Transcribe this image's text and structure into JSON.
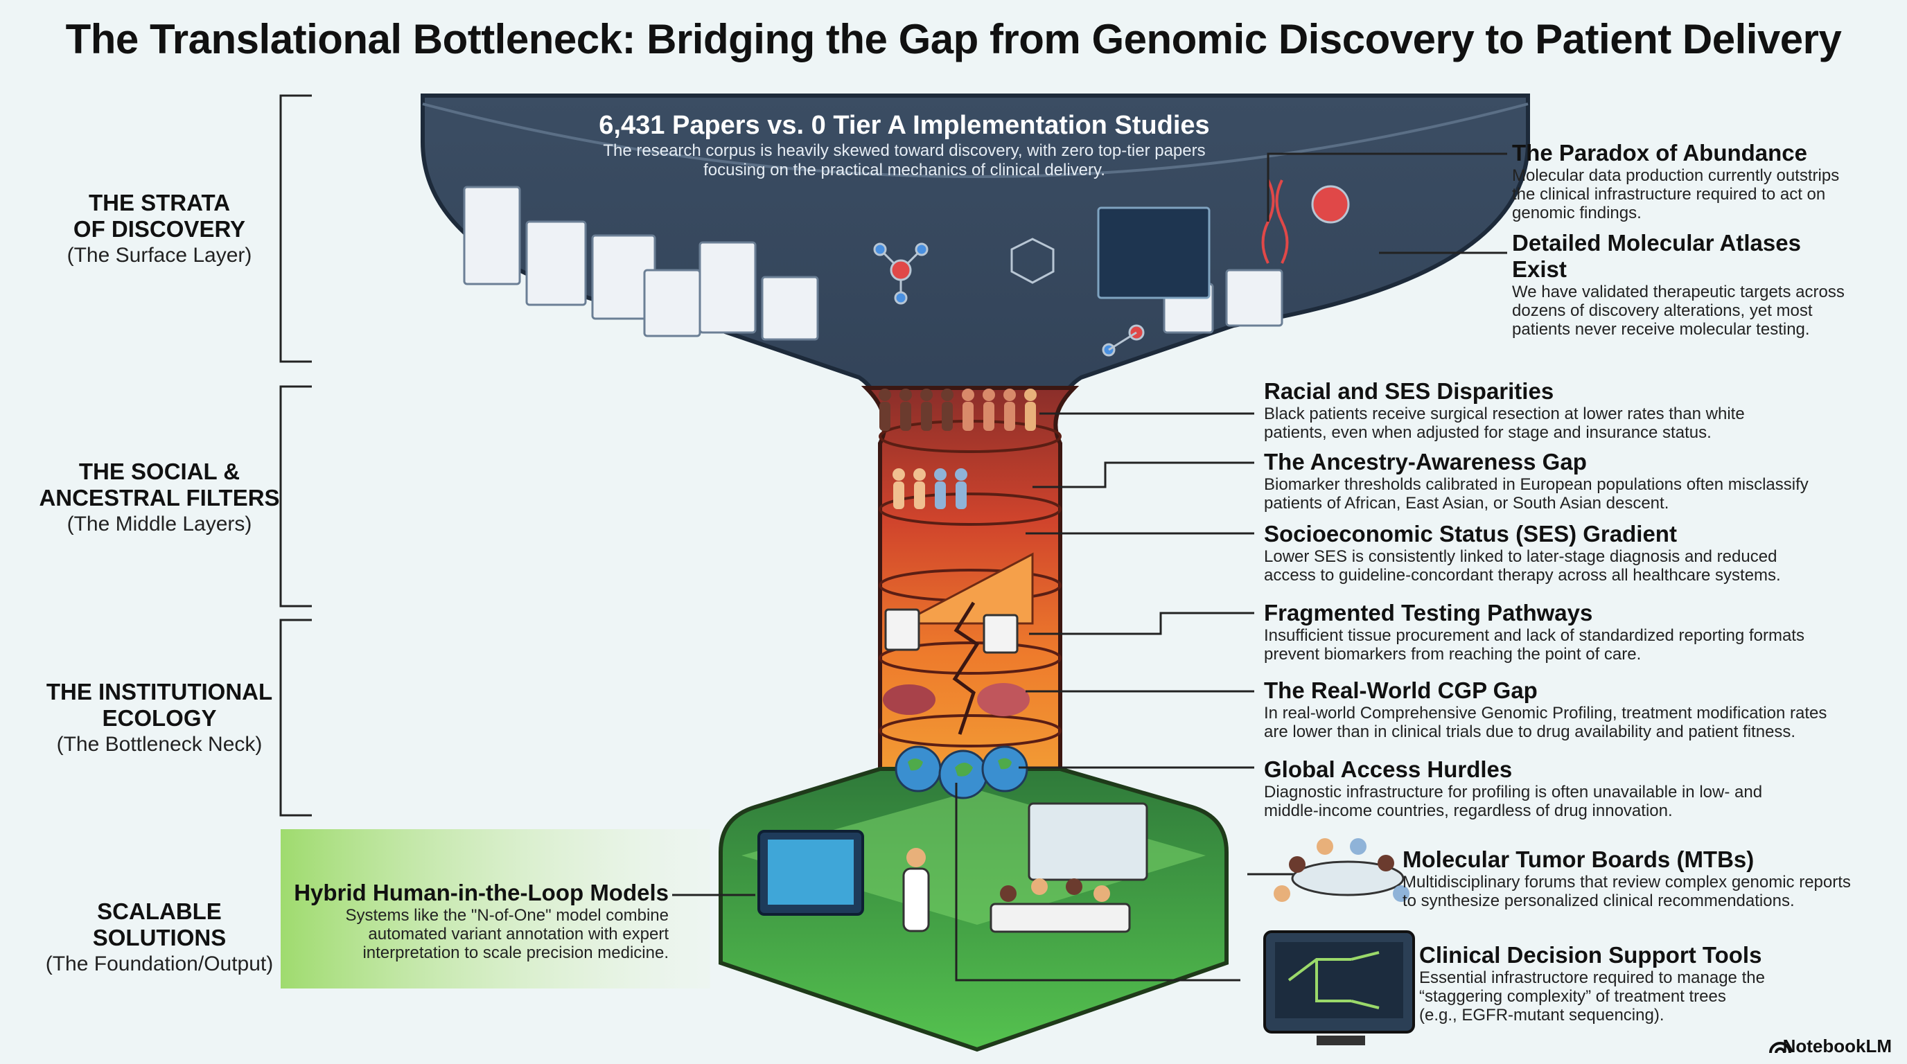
{
  "title": "The Translational Bottleneck: Bridging the Gap from Genomic Discovery to Patient Delivery",
  "strata": [
    {
      "heading_line1": "THE STRATA",
      "heading_line2": "OF DISCOVERY",
      "sub": "(The Surface Layer)"
    },
    {
      "heading_line1": "THE SOCIAL &",
      "heading_line2": "ANCESTRAL FILTERS",
      "sub": "(The Middle Layers)"
    },
    {
      "heading_line1": "THE INSTITUTIONAL",
      "heading_line2": "ECOLOGY",
      "sub": "(The Bottleneck Neck)"
    },
    {
      "heading_line1": "SCALABLE SOLUTIONS",
      "heading_line2": "",
      "sub": "(The Foundation/Output)"
    }
  ],
  "top_callout": {
    "heading": "6,431 Papers vs. 0 Tier A Implementation Studies",
    "line1": "The research corpus is heavily skewed toward discovery, with zero top-tier papers",
    "line2": "focusing on the practical mechanics of clinical delivery."
  },
  "annotations": [
    {
      "heading": "The Paradox of Abundance",
      "lines": [
        "Molecular data production currently outstrips",
        "the clinical infrastructure required to act on",
        "genomic findings."
      ]
    },
    {
      "heading": "Detailed Molecular Atlases Exist",
      "lines": [
        "We have validated therapeutic targets across",
        "dozens of discovery alterations, yet most",
        "patients never receive molecular testing."
      ]
    },
    {
      "heading": "Racial and SES Disparities",
      "lines": [
        "Black patients receive surgical resection at lower rates than white",
        "patients, even when adjusted for stage and insurance status."
      ]
    },
    {
      "heading": "The Ancestry-Awareness Gap",
      "lines": [
        "Biomarker thresholds calibrated in European populations often misclassify",
        "patients of African, East Asian, or South Asian descent."
      ]
    },
    {
      "heading": "Socioeconomic Status (SES) Gradient",
      "lines": [
        "Lower SES is consistently linked to later-stage diagnosis and reduced",
        "access to guideline-concordant therapy across all healthcare systems."
      ]
    },
    {
      "heading": "Fragmented Testing Pathways",
      "lines": [
        "Insufficient tissue procurement and lack of standardized reporting formats",
        "prevent biomarkers from reaching the point of care."
      ]
    },
    {
      "heading": "The Real-World CGP Gap",
      "lines": [
        "In real-world Comprehensive Genomic Profiling, treatment modification rates",
        "are lower than in clinical trials due to drug availability and patient fitness."
      ]
    },
    {
      "heading": "Global Access Hurdles",
      "lines": [
        "Diagnostic infrastructure for profiling is often unavailable in low- and",
        "middle-income countries, regardless of drug innovation."
      ]
    },
    {
      "heading": "Molecular Tumor Boards (MTBs)",
      "lines": [
        "Multidisciplinary forums that review complex genomic reports",
        "to synthesize personalized clinical recommendations."
      ]
    },
    {
      "heading": "Clinical Decision Support Tools",
      "lines": [
        "Essential infrastructore required to manage the",
        "“staggering complexity” of treatment trees",
        "(e.g., EGFR-mutant sequencing)."
      ]
    }
  ],
  "left_solution": {
    "heading": "Hybrid Human-in-the-Loop Models",
    "lines": [
      "Systems like the \"N-of-One\" model combine",
      "automated variant annotation with expert",
      "interpretation to scale precision medicine."
    ]
  },
  "watermark": "NotebookLM",
  "icons": [
    "paper-stack-icon",
    "molecule-icon",
    "dna-helix-icon",
    "people-icon",
    "globe-icon",
    "monitor-icon",
    "meeting-icon",
    "doctor-icon",
    "notebook-logo-icon"
  ],
  "colors": {
    "funnel_top": "#3b4d63",
    "funnel_red": "#c9382a",
    "funnel_orange": "#ef7a2a",
    "funnel_green": "#3fb24a",
    "solution_highlight": "#a9e07a",
    "bracket": "#222222"
  }
}
